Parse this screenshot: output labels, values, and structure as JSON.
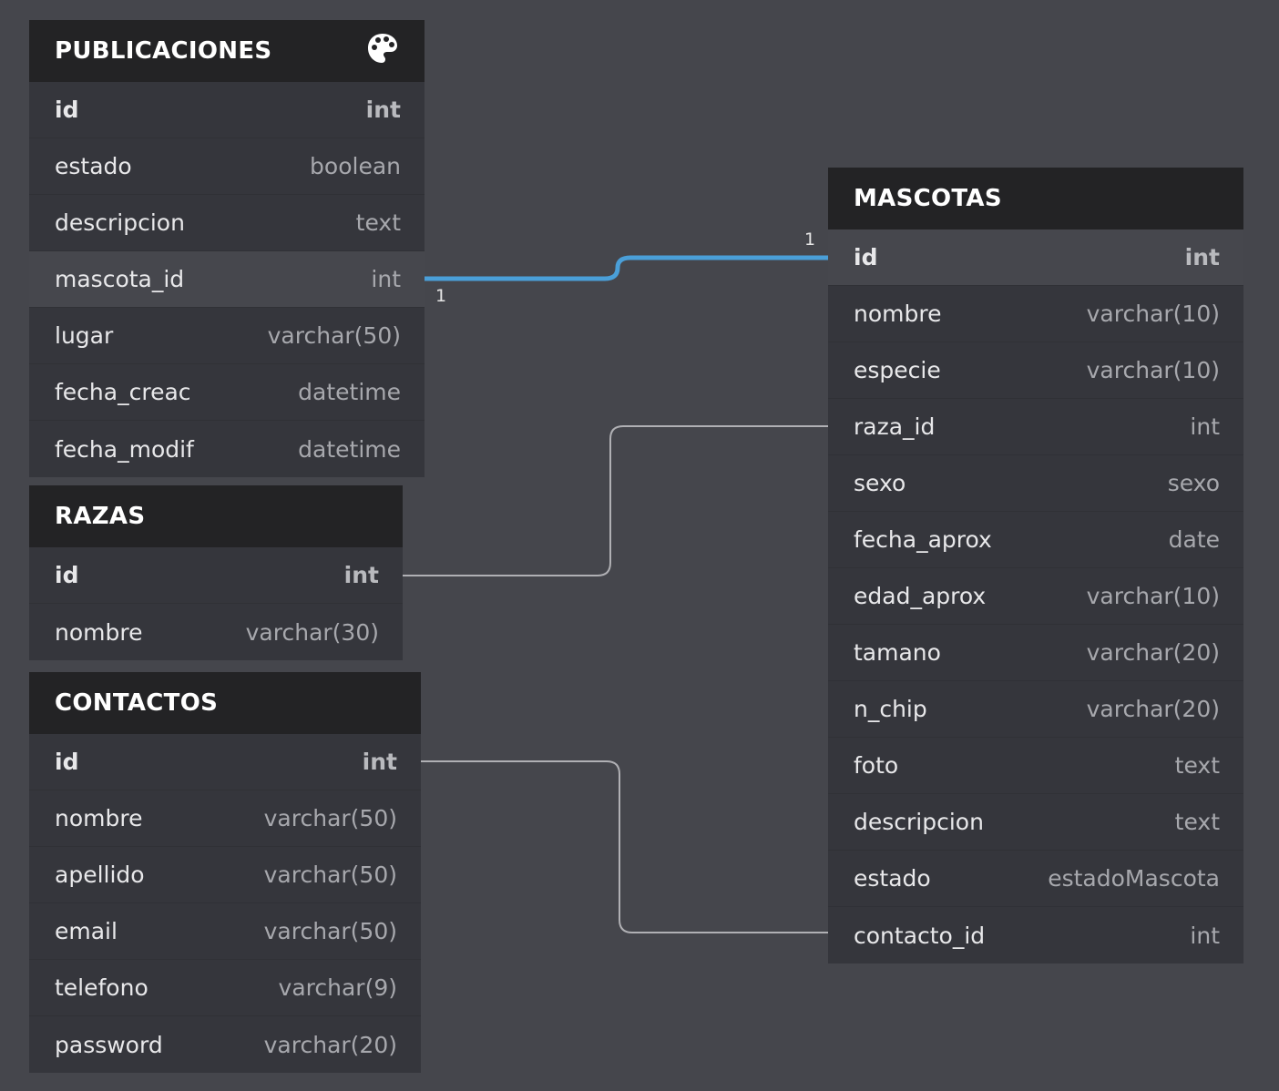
{
  "tables": {
    "publicaciones": {
      "title": "PUBLICACIONES",
      "icon": "palette-icon",
      "fields": [
        {
          "name": "id",
          "type": "int"
        },
        {
          "name": "estado",
          "type": "boolean"
        },
        {
          "name": "descripcion",
          "type": "text"
        },
        {
          "name": "mascota_id",
          "type": "int"
        },
        {
          "name": "lugar",
          "type": "varchar(50)"
        },
        {
          "name": "fecha_creac",
          "type": "datetime"
        },
        {
          "name": "fecha_modif",
          "type": "datetime"
        }
      ]
    },
    "razas": {
      "title": "RAZAS",
      "fields": [
        {
          "name": "id",
          "type": "int"
        },
        {
          "name": "nombre",
          "type": "varchar(30)"
        }
      ]
    },
    "contactos": {
      "title": "CONTACTOS",
      "fields": [
        {
          "name": "id",
          "type": "int"
        },
        {
          "name": "nombre",
          "type": "varchar(50)"
        },
        {
          "name": "apellido",
          "type": "varchar(50)"
        },
        {
          "name": "email",
          "type": "varchar(50)"
        },
        {
          "name": "telefono",
          "type": "varchar(9)"
        },
        {
          "name": "password",
          "type": "varchar(20)"
        }
      ]
    },
    "mascotas": {
      "title": "MASCOTAS",
      "fields": [
        {
          "name": "id",
          "type": "int"
        },
        {
          "name": "nombre",
          "type": "varchar(10)"
        },
        {
          "name": "especie",
          "type": "varchar(10)"
        },
        {
          "name": "raza_id",
          "type": "int"
        },
        {
          "name": "sexo",
          "type": "sexo"
        },
        {
          "name": "fecha_aprox",
          "type": "date"
        },
        {
          "name": "edad_aprox",
          "type": "varchar(10)"
        },
        {
          "name": "tamano",
          "type": "varchar(20)"
        },
        {
          "name": "n_chip",
          "type": "varchar(20)"
        },
        {
          "name": "foto",
          "type": "text"
        },
        {
          "name": "descripcion",
          "type": "text"
        },
        {
          "name": "estado",
          "type": "estadoMascota"
        },
        {
          "name": "contacto_id",
          "type": "int"
        }
      ]
    }
  },
  "relations": {
    "pub_mascota": {
      "from_label": "1",
      "to_label": "1",
      "color": "#4a9fd8"
    },
    "line_color": "#b0b0b4"
  },
  "colors": {
    "background": "#45464c",
    "table_body": "#35363c",
    "table_header": "#232325",
    "highlight_row": "#46474d"
  }
}
